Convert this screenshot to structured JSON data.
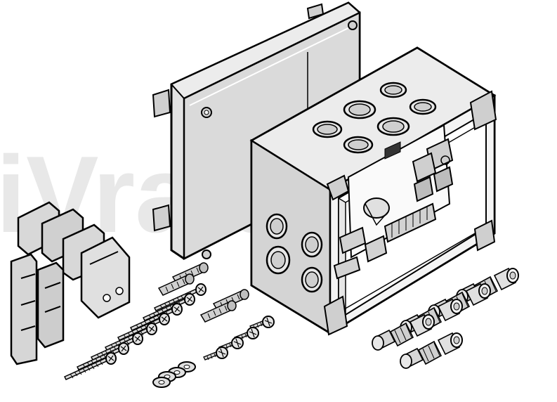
{
  "watermark": {
    "text": "iVrata.c",
    "color": "#e6e6e6"
  },
  "colors": {
    "outline": "#000000",
    "housing": "#e4e4e4",
    "housing_shadow": "#c9c9c9",
    "interior": "#f2f2f2",
    "metal": "#d8d8d8",
    "dark": "#8c8c8c",
    "white": "#ffffff"
  },
  "parts": {
    "lid": "enclosure-lid",
    "box": "enclosure-box",
    "board": "control-board",
    "brackets": "mounting-brackets",
    "dowels": "wall-plugs",
    "screws": "wood-screws",
    "small_screws": "small-screws",
    "washers": "washers",
    "glands": "cable-glands"
  }
}
